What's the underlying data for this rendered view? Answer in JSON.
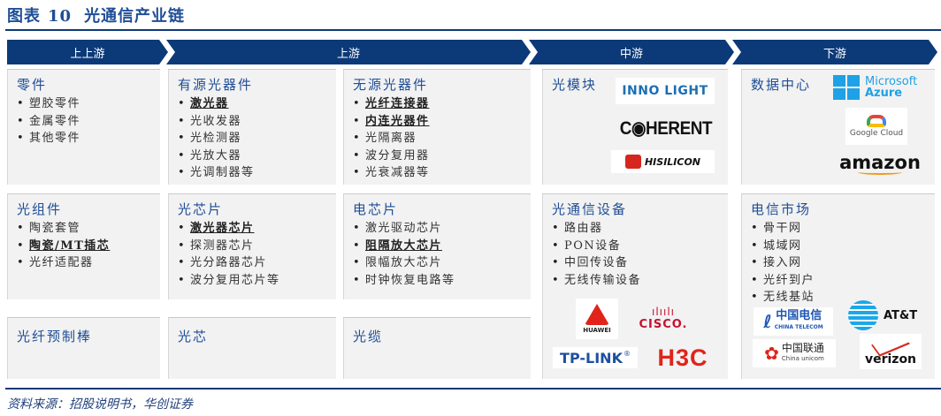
{
  "figure": {
    "prefix": "图表",
    "number": "10",
    "title": "光通信产业链"
  },
  "bands": [
    {
      "label": "上上游"
    },
    {
      "label": "上游"
    },
    {
      "label": "中游"
    },
    {
      "label": "下游"
    }
  ],
  "boxes": {
    "parts": {
      "title": "零件",
      "items": [
        "塑胶零件",
        "金属零件",
        "其他零件"
      ]
    },
    "active": {
      "title": "有源光器件",
      "items": [
        "激光器",
        "光收发器",
        "光检测器",
        "光放大器",
        "光调制器等"
      ],
      "underlined": [
        0
      ]
    },
    "passive": {
      "title": "无源光器件",
      "items": [
        "光纤连接器",
        "内连光器件",
        "光隔离器",
        "波分复用器",
        "光衰减器等"
      ],
      "underlined": [
        0,
        1
      ]
    },
    "module": {
      "title": "光模块",
      "logos": [
        "INNOLIGHT",
        "COHERENT",
        "HISILICON"
      ]
    },
    "datacenter": {
      "title": "数据中心",
      "logos": [
        "Microsoft Azure",
        "Google Cloud",
        "amazon"
      ]
    },
    "assembly": {
      "title": "光组件",
      "items": [
        "陶瓷套管",
        "陶瓷/MT插芯",
        "光纤适配器"
      ],
      "underlined": [
        1
      ]
    },
    "optchip": {
      "title": "光芯片",
      "items": [
        "激光器芯片",
        "探测器芯片",
        "光分路器芯片",
        "波分复用芯片等"
      ],
      "underlined": [
        0
      ]
    },
    "elchip": {
      "title": "电芯片",
      "items": [
        "激光驱动芯片",
        "阻隔放大芯片",
        "限幅放大芯片",
        "时钟恢复电路等"
      ],
      "underlined": [
        1
      ]
    },
    "equipment": {
      "title": "光通信设备",
      "items": [
        "路由器",
        "PON设备",
        "中回传设备",
        "无线传输设备"
      ],
      "logos": [
        "HUAWEI",
        "CISCO",
        "TP-LINK",
        "H3C"
      ]
    },
    "telecom": {
      "title": "电信市场",
      "items": [
        "骨干网",
        "城域网",
        "接入网",
        "光纤到户",
        "无线基站"
      ],
      "logos": [
        "中国电信 CHINA TELECOM",
        "AT&T",
        "中国联通 China unicom",
        "verizon"
      ]
    },
    "preform": {
      "title": "光纤预制棒"
    },
    "core": {
      "title": "光芯"
    },
    "cable": {
      "title": "光缆"
    }
  },
  "logo_text": {
    "azure_1": "Microsoft",
    "azure_2": "Azure",
    "google": "Google Cloud",
    "amazon": "amazon",
    "inno": "INNO LIGHT",
    "coherent": "C◉HERENT",
    "hisilicon": "HISILICON",
    "huawei": "HUAWEI",
    "cisco": "CISCO.",
    "tplink": "TP-LINK",
    "h3c": "H3C",
    "ct_cn": "中国电信",
    "ct_en": "CHINA TELECOM",
    "att": "AT&T",
    "cu_cn": "中国联通",
    "cu_en": "China unicom",
    "verizon": "verizon"
  },
  "bullet": "•",
  "source": "资料来源：招股说明书，华创证券",
  "colors": {
    "navy": "#0c3a78",
    "title_blue": "#1f4e96",
    "box_bg": "#f2f2f2"
  }
}
